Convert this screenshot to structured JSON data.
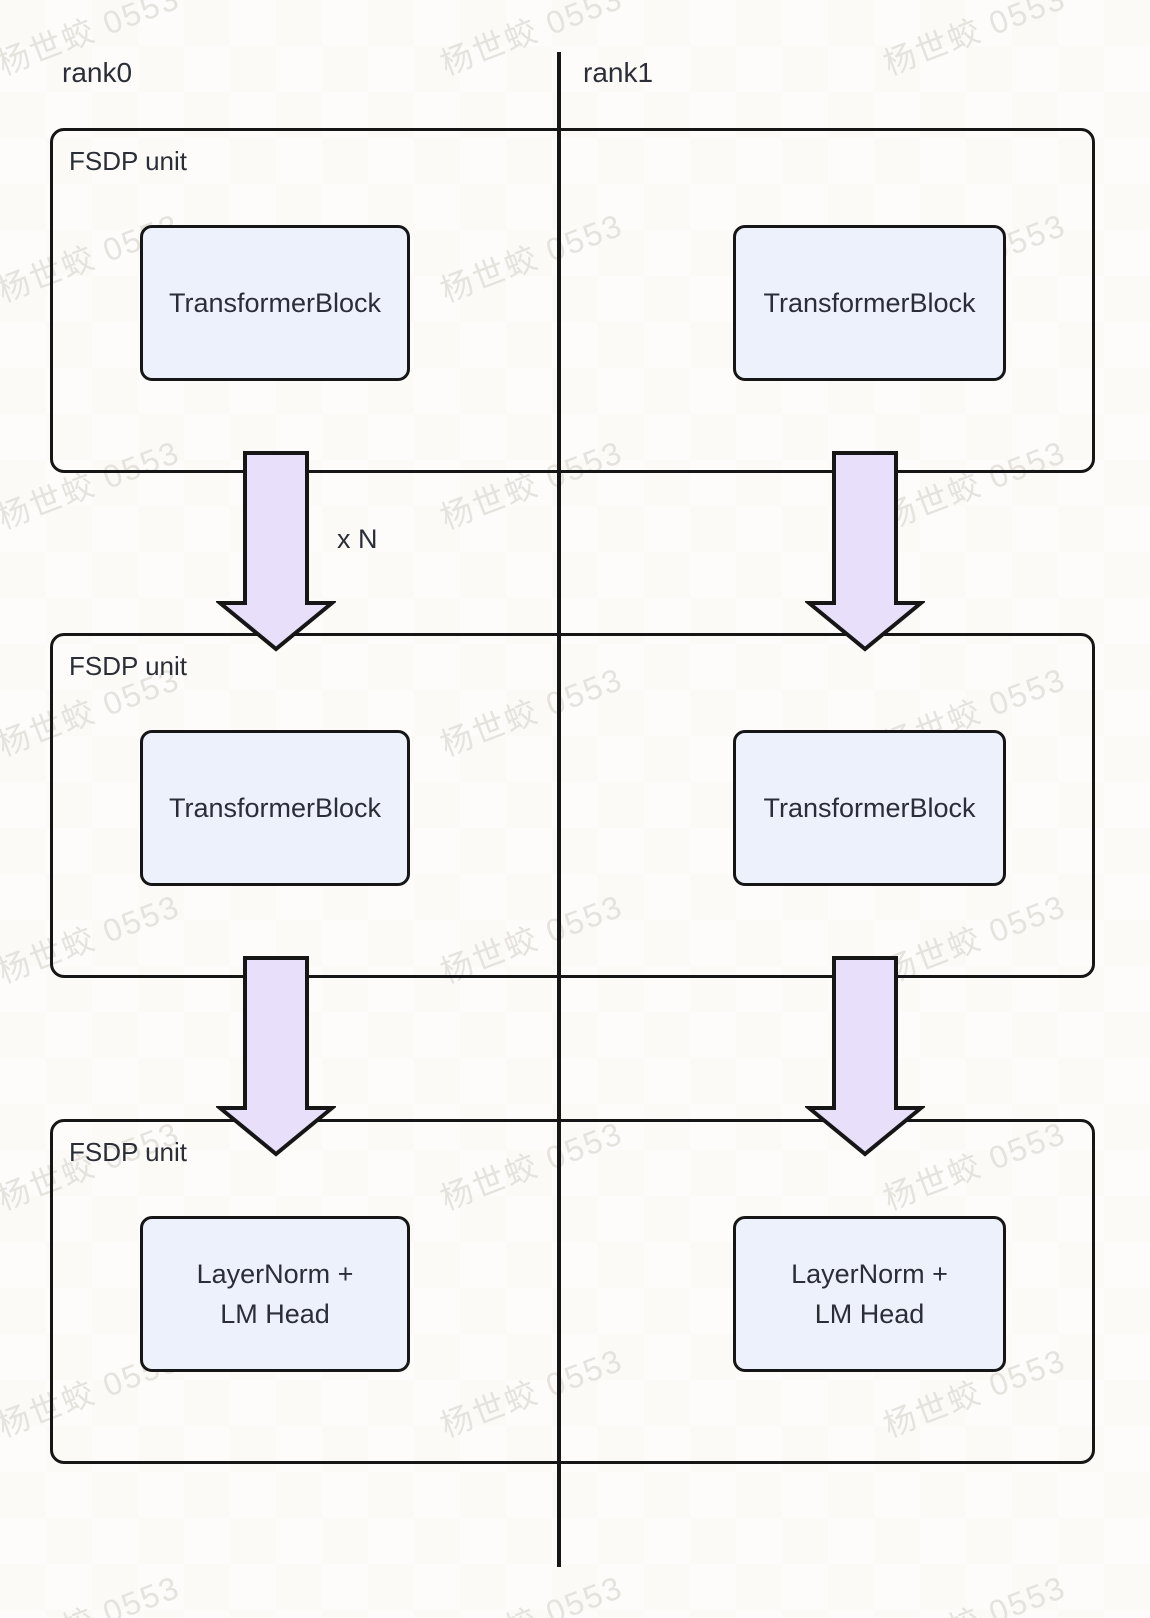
{
  "watermark": {
    "text": "杨世蛟 0553"
  },
  "columns": [
    {
      "label": "rank0"
    },
    {
      "label": "rank1"
    }
  ],
  "diagram": {
    "repeat_label": "x N",
    "units": [
      {
        "label": "FSDP unit",
        "blocks": [
          "TransformerBlock",
          "TransformerBlock"
        ]
      },
      {
        "label": "FSDP unit",
        "blocks": [
          "TransformerBlock",
          "TransformerBlock"
        ]
      },
      {
        "label": "FSDP unit",
        "blocks": [
          "LayerNorm +\nLM Head",
          "LayerNorm +\nLM Head"
        ]
      }
    ]
  },
  "colors": {
    "background": "#fbfaf6",
    "line": "#161616",
    "block-fill": "#edf1fb",
    "arrow-fill": "#e8e0fa",
    "text": "#2b2e36",
    "watermark": "#e6e3df"
  }
}
